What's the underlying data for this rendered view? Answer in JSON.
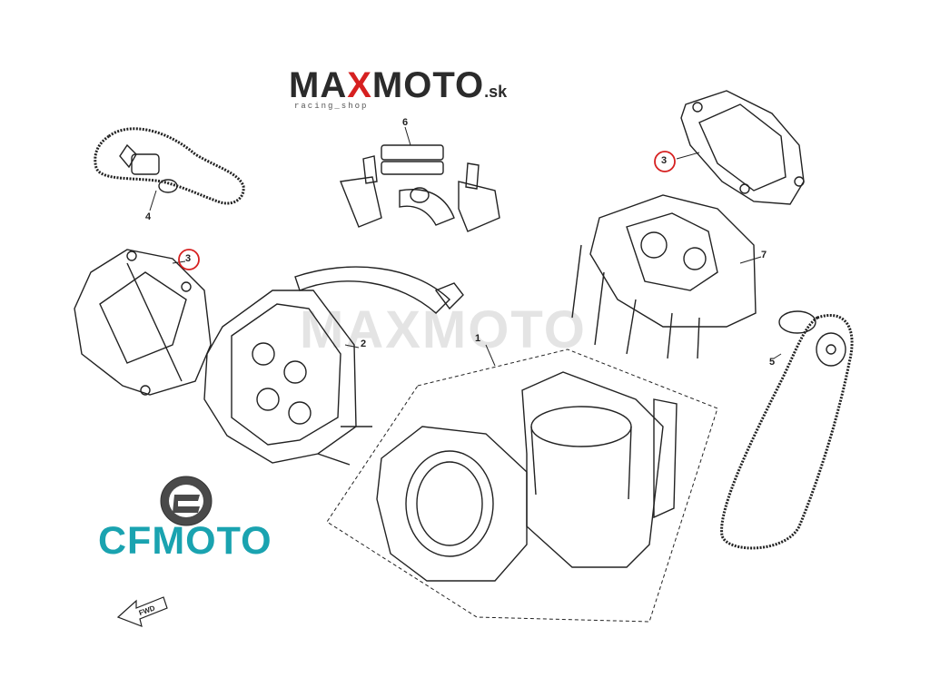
{
  "brand": {
    "maxmoto_word_a": "MA",
    "maxmoto_word_x": "X",
    "maxmoto_word_b": "MOTO",
    "maxmoto_tld": ".sk",
    "maxmoto_tagline": "racing_shop",
    "cfmoto_word": "CFMOTO",
    "watermark": "MAXMOTO"
  },
  "colors": {
    "accent_red": "#d62020",
    "cfmoto_teal": "#1aa3b0",
    "line": "#222222"
  },
  "callouts": {
    "c1": "1",
    "c2": "2",
    "c3a": "3",
    "c3b": "3",
    "c4": "4",
    "c5": "5",
    "c6": "6",
    "c7": "7"
  },
  "fwd_label": "FWD"
}
